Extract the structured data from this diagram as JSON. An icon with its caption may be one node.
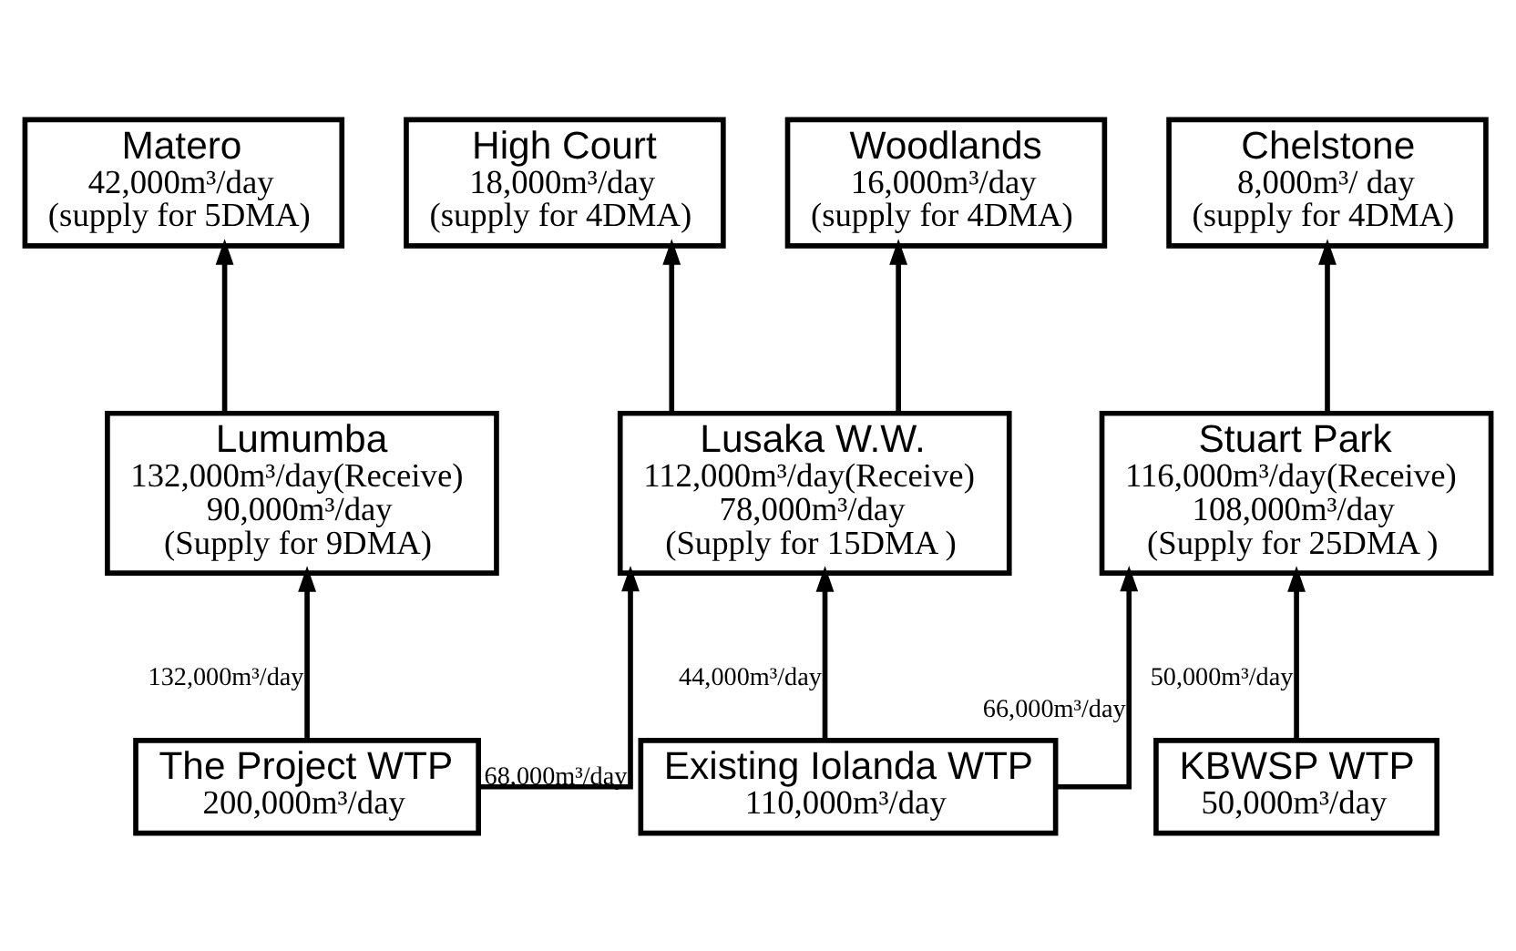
{
  "diagram": {
    "nodes": [
      {
        "text": [
          "Matero",
          "42,000m³/day",
          "(supply for 5DMA)"
        ]
      },
      {
        "text": [
          "High Court",
          "18,000m³/day",
          "(supply for 4DMA)"
        ]
      },
      {
        "text": [
          "Woodlands",
          "16,000m³/day",
          "(supply for 4DMA)"
        ]
      },
      {
        "text": [
          "Chelstone",
          "8,000m³/ day",
          "(supply for 4DMA)"
        ]
      },
      {
        "text": [
          "Lumumba",
          "132,000m³/day(Receive)",
          "90,000m³/day",
          "(Supply for 9DMA)"
        ]
      },
      {
        "text": [
          "Lusaka W.W.",
          "112,000m³/day(Receive)",
          "78,000m³/day",
          "(Supply for 15DMA )"
        ]
      },
      {
        "text": [
          "Stuart Park",
          "116,000m³/day(Receive)",
          "108,000m³/day",
          "(Supply for 25DMA )"
        ]
      },
      {
        "text": [
          "The Project WTP",
          "200,000m³/day"
        ]
      },
      {
        "text": [
          "Existing Iolanda WTP",
          "110,000m³/day"
        ]
      },
      {
        "text": [
          "KBWSP WTP",
          "50,000m³/day"
        ]
      }
    ],
    "edges": [
      {
        "from": 4,
        "to": 0,
        "arrow": "to"
      },
      {
        "from": 5,
        "to": 1,
        "arrow": "to"
      },
      {
        "from": 5,
        "to": 2,
        "arrow": "to"
      },
      {
        "from": 6,
        "to": 3,
        "arrow": "to"
      },
      {
        "from": 7,
        "to": 4,
        "arrow": "to",
        "label": "132,000m³/day"
      },
      {
        "from": 7,
        "to": 5,
        "arrow": "to",
        "label": "68,000m³/day"
      },
      {
        "from": 8,
        "to": 5,
        "arrow": "to",
        "label": "44,000m³/day"
      },
      {
        "from": 8,
        "to": 6,
        "arrow": "to",
        "label": "66,000m³/day"
      },
      {
        "from": 9,
        "to": 6,
        "arrow": "to",
        "label": "50,000m³/day"
      }
    ]
  }
}
